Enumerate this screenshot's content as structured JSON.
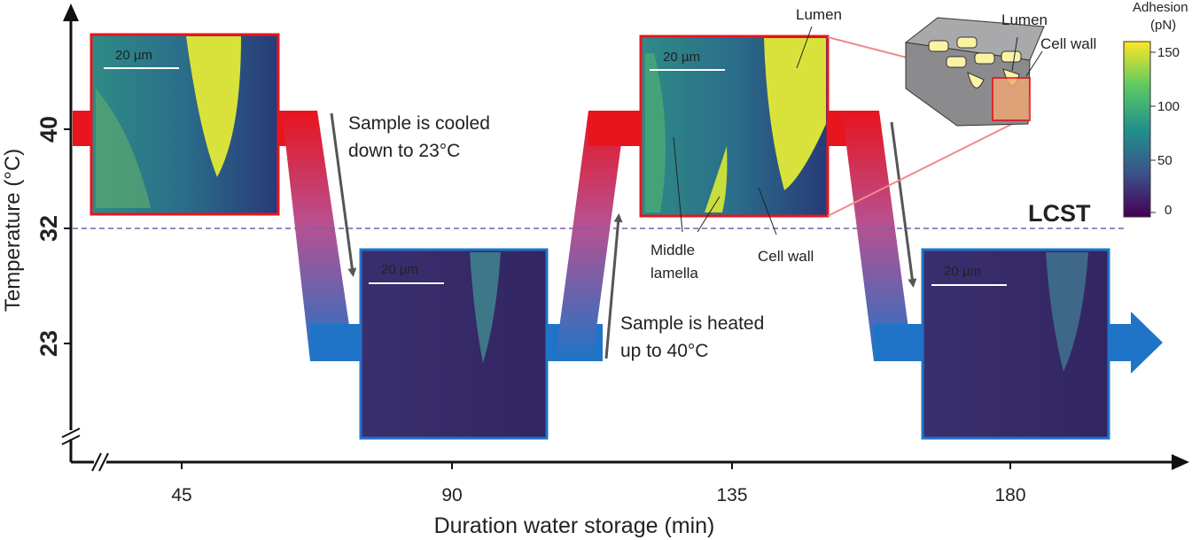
{
  "x_axis": {
    "label": "Duration water storage (min)",
    "ticks": [
      "45",
      "90",
      "135",
      "180"
    ]
  },
  "y_axis": {
    "label": "Temperature (°C)",
    "ticks": [
      {
        "label": "40",
        "color": "#e8141e"
      },
      {
        "label": "32",
        "color": "#7b5fa8"
      },
      {
        "label": "23",
        "color": "#1aa3e0"
      }
    ]
  },
  "lcst_label": "LCST",
  "scale_bar": "20 µm",
  "annotations": {
    "cooled_line1": "Sample is cooled",
    "cooled_line2": "down to 23°C",
    "heated_line1": "Sample is heated",
    "heated_line2": "up to 40°C",
    "middle_lamella_line1": "Middle",
    "middle_lamella_line2": "lamella",
    "cell_wall": "Cell wall",
    "lumen": "Lumen"
  },
  "inset": {
    "lumen": "Lumen",
    "cell_wall": "Cell wall"
  },
  "colorbar": {
    "title_line1": "Adhesion",
    "title_line2": "(pN)",
    "ticks": [
      "150",
      "100",
      "50",
      "0"
    ]
  },
  "colors": {
    "hot": "#e8141e",
    "cold": "#1f74c7",
    "lcst": "#7b5fa8",
    "cold_label": "#1aa3e0"
  }
}
